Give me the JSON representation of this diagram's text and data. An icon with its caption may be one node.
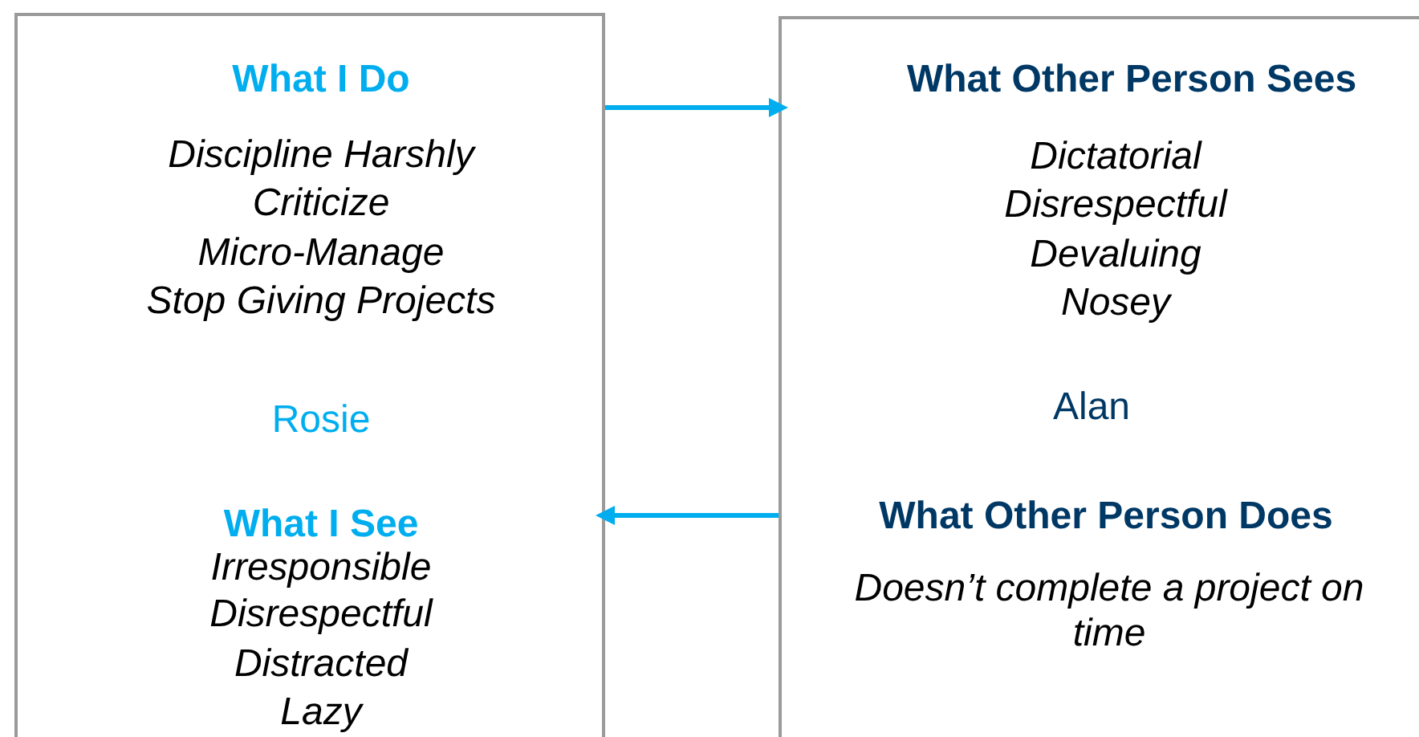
{
  "diagram": {
    "nodes": [
      {
        "text": [
          "What I Do",
          "Discipline Harshly",
          "Criticize",
          "Micro-Manage",
          "Stop Giving Projects",
          "Rosie",
          "What I See",
          "Irresponsible",
          "Disrespectful",
          "Distracted",
          "Lazy"
        ]
      },
      {
        "text": [
          "What Other Person Sees",
          "Dictatorial",
          "Disrespectful",
          "Devaluing",
          "Nosey",
          "Alan",
          "What Other Person Does",
          "Doesn’t complete a project on time"
        ]
      }
    ],
    "edges": [
      {
        "from": 0,
        "to": 1,
        "arrow": "to"
      },
      {
        "from": 1,
        "to": 0,
        "arrow": "to"
      }
    ]
  }
}
